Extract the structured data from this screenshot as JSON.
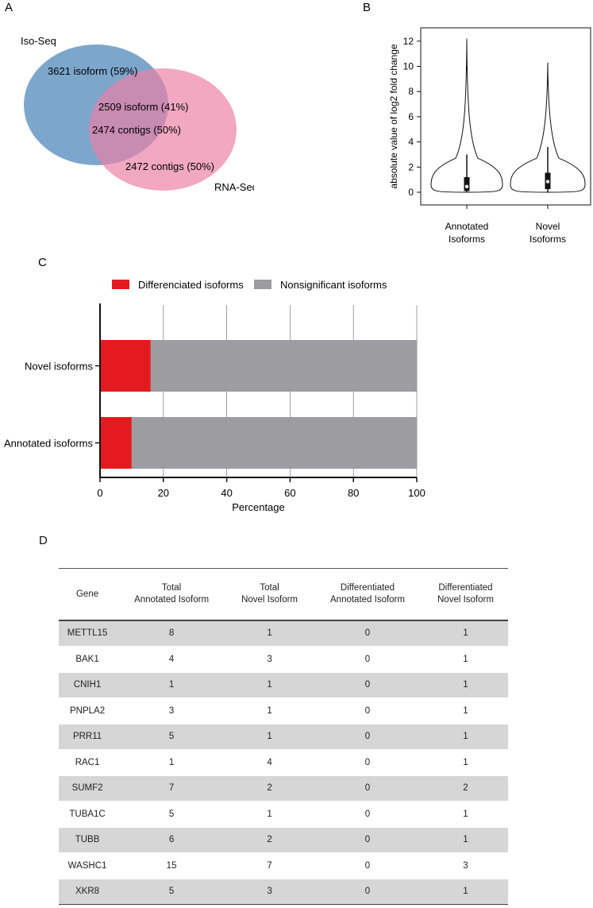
{
  "panels": {
    "a": "A",
    "b": "B",
    "c": "C",
    "d": "D"
  },
  "venn": {
    "colors": {
      "iso_seq": "#6f9cc6",
      "rna_seq": "#ec7fa3"
    },
    "iso_seq_label": "Iso-Seq",
    "rna_seq_label": "RNA-Seq",
    "iso_only": "3621 isoform (59%)",
    "overlap_isoform": "2509 isoform (41%)",
    "overlap_contigs": "2474 contigs (50%)",
    "rna_only": "2472 contigs (50%)"
  },
  "chart_data": [
    {
      "type": "violin",
      "ylabel": "absolute value of log2 fold change",
      "ylim": [
        -1,
        13
      ],
      "yticks": [
        0,
        2,
        4,
        6,
        8,
        10,
        12
      ],
      "categories": [
        "Annotated\nIsoforms",
        "Novel\nIsoforms"
      ],
      "category_lines": [
        [
          "Annotated",
          "Isoforms"
        ],
        [
          "Novel",
          "Isoforms"
        ]
      ],
      "series": [
        {
          "max": 12.2,
          "whisker_high": 3.0,
          "q3": 1.2,
          "median": 0.45,
          "q1": 0.1,
          "min": 0.0
        },
        {
          "max": 10.3,
          "whisker_high": 3.6,
          "q3": 1.55,
          "median": 0.85,
          "q1": 0.25,
          "min": 0.0
        }
      ]
    },
    {
      "type": "bar",
      "orientation": "horizontal",
      "stacked": true,
      "categories": [
        "Novel isoforms",
        "Annotated isoforms"
      ],
      "series": [
        {
          "name": "Differenciated isoforms",
          "color": "#e31b1e",
          "values": [
            16,
            10
          ]
        },
        {
          "name": "Nonsignificant isoforms",
          "color": "#9d9ca1",
          "values": [
            84,
            90
          ]
        }
      ],
      "xlabel": "Percentage",
      "xlim": [
        0,
        100
      ],
      "xticks": [
        0,
        20,
        40,
        60,
        80,
        100
      ],
      "grid": true,
      "legend": "top"
    }
  ],
  "table": {
    "headers": [
      [
        "Gene"
      ],
      [
        "Total",
        "Annotated Isoform"
      ],
      [
        "Total",
        "Novel Isoform"
      ],
      [
        "Differentiated",
        "Annotated Isoform"
      ],
      [
        "Differentiated",
        "Novel Isoform"
      ]
    ],
    "rows": [
      [
        "METTL15",
        "8",
        "1",
        "0",
        "1"
      ],
      [
        "BAK1",
        "4",
        "3",
        "0",
        "1"
      ],
      [
        "CNIH1",
        "1",
        "1",
        "0",
        "1"
      ],
      [
        "PNPLA2",
        "3",
        "1",
        "0",
        "1"
      ],
      [
        "PRR11",
        "5",
        "1",
        "0",
        "1"
      ],
      [
        "RAC1",
        "1",
        "4",
        "0",
        "1"
      ],
      [
        "SUMF2",
        "7",
        "2",
        "0",
        "2"
      ],
      [
        "TUBA1C",
        "5",
        "1",
        "0",
        "1"
      ],
      [
        "TUBB",
        "6",
        "2",
        "0",
        "1"
      ],
      [
        "WASHC1",
        "15",
        "7",
        "0",
        "3"
      ],
      [
        "XKR8",
        "5",
        "3",
        "0",
        "1"
      ]
    ]
  }
}
